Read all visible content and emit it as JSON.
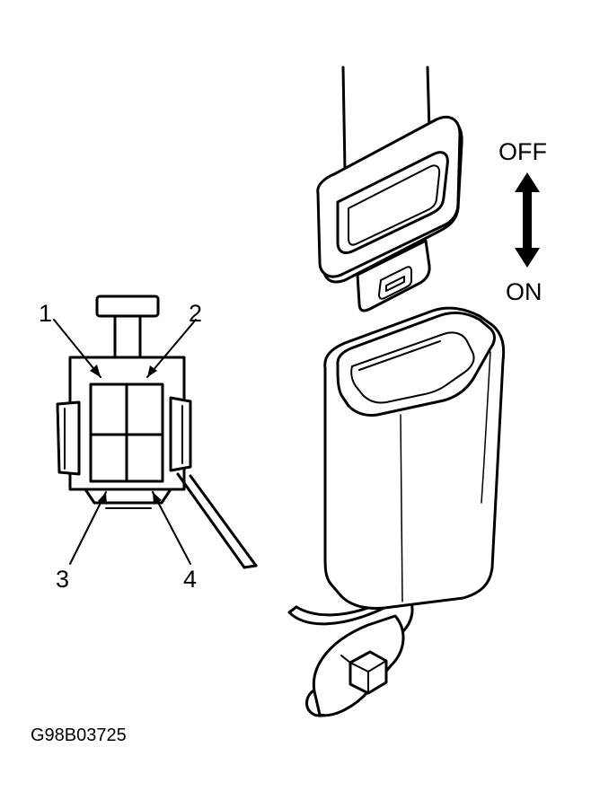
{
  "labels": {
    "off": "OFF",
    "on": "ON",
    "figure_code": "G98B03725"
  },
  "connector": {
    "terminals": [
      "1",
      "2",
      "3",
      "4"
    ]
  },
  "colors": {
    "ink": "#000000",
    "background": "#ffffff"
  }
}
